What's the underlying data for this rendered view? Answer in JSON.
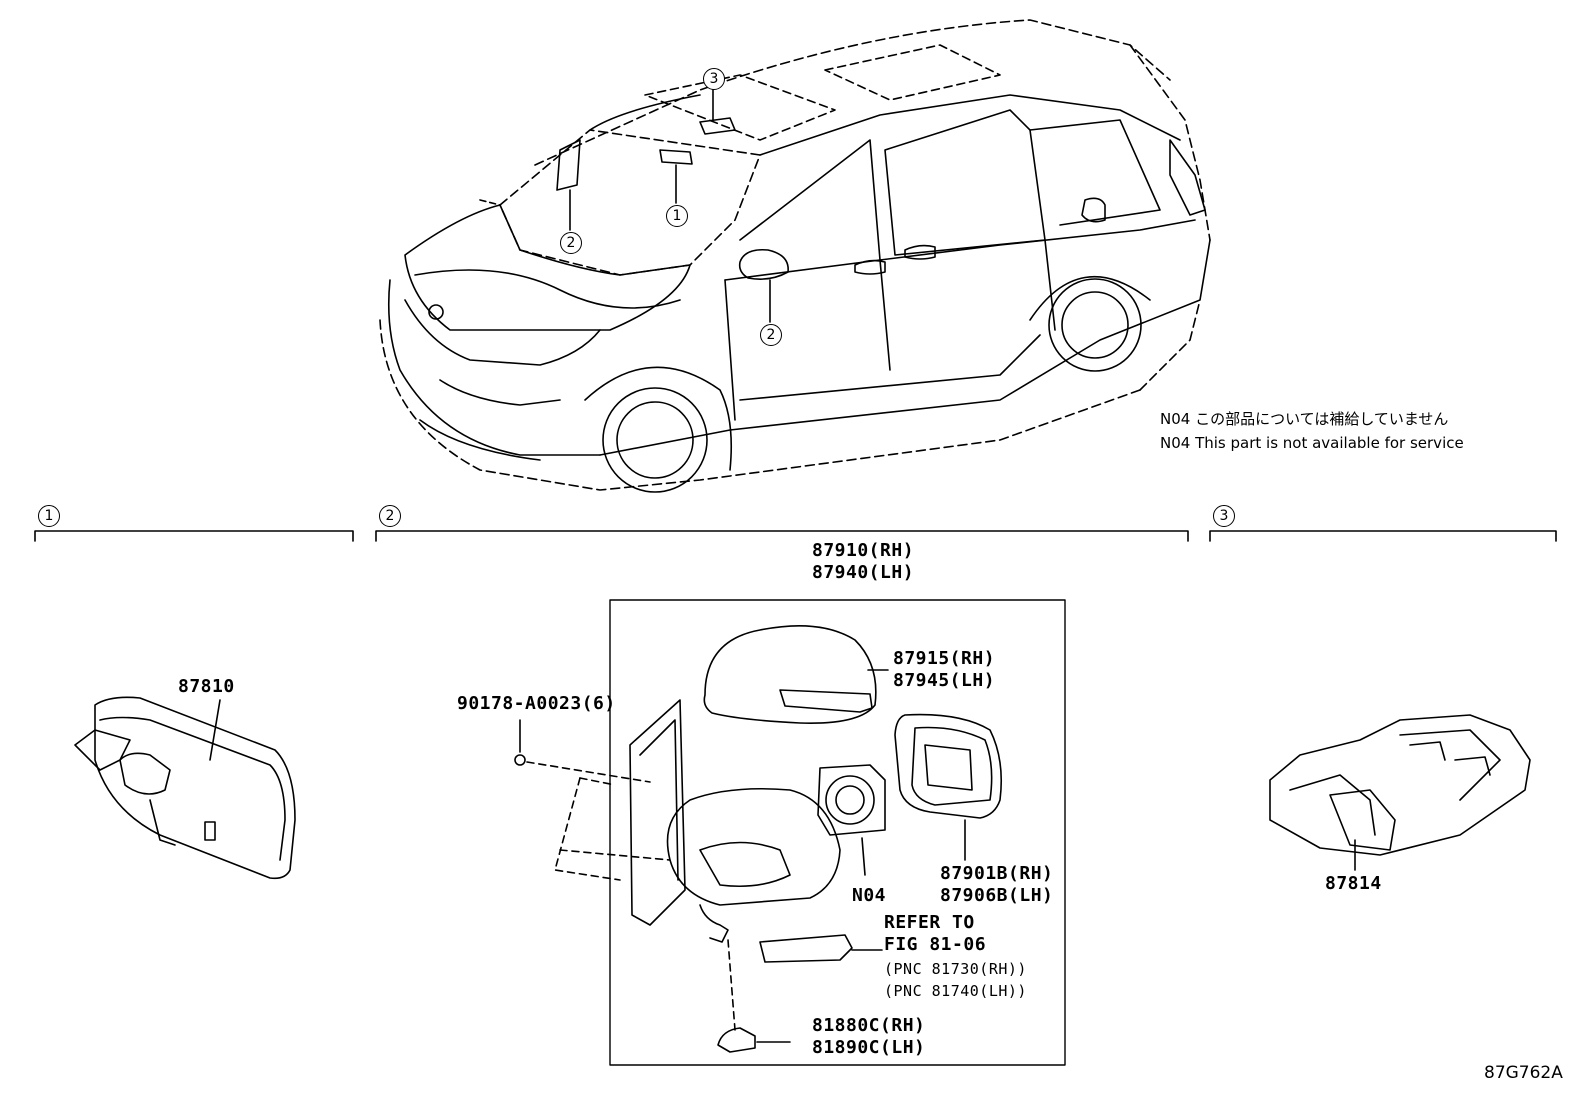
{
  "top_callouts": [
    "3",
    "1",
    "2",
    "2"
  ],
  "notes": {
    "jp": "N04 この部品については補給していません",
    "en": "N04 This part is not available for service"
  },
  "sections": [
    {
      "marker": "1"
    },
    {
      "marker": "2"
    },
    {
      "marker": "3"
    }
  ],
  "parts": {
    "p87810": "87810",
    "p87910": "87910(RH)",
    "p87940": "87940(LH)",
    "p87915": "87915(RH)",
    "p87945": "87945(LH)",
    "p90178": "90178-A0023(6)",
    "p87901b": "87901B(RH)",
    "p87906b": "87906B(LH)",
    "pN04": "N04",
    "refer1": "REFER TO",
    "refer2": "FIG 81-06",
    "pnc1": "(PNC 81730(RH))",
    "pnc2": "(PNC 81740(LH))",
    "p81880c": "81880C(RH)",
    "p81890c": "81890C(LH)",
    "p87814": "87814"
  },
  "figure_code": "87G762A"
}
